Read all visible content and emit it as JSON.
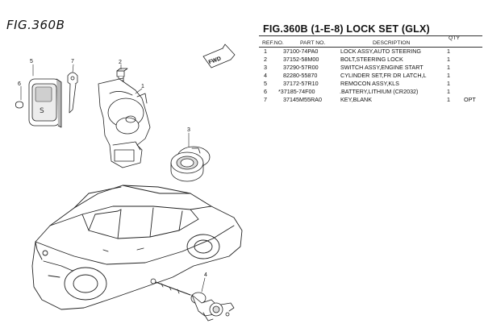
{
  "figure_label": "FIG.360B",
  "title": "FIG.360B (1-E-8) LOCK SET (GLX)",
  "table": {
    "headers": {
      "ref_no": "REF.NO.",
      "part_no": "PART NO.",
      "description": "DESCRIPTION",
      "qty": "QTY"
    },
    "rows": [
      {
        "ref": "1",
        "part": "37100-74PA0",
        "desc": "LOCK ASSY,AUTO STEERING",
        "qty": "1",
        "note": ""
      },
      {
        "ref": "2",
        "part": "37152-58M00",
        "desc": "BOLT,STEERING LOCK",
        "qty": "1",
        "note": ""
      },
      {
        "ref": "3",
        "part": "37290-57R00",
        "desc": "SWITCH ASSY,ENGINE START",
        "qty": "1",
        "note": ""
      },
      {
        "ref": "4",
        "part": "82280-55870",
        "desc": "CYLINDER SET,FR DR LATCH,L",
        "qty": "1",
        "note": ""
      },
      {
        "ref": "5",
        "part": "37172-57R10",
        "desc": "REMOCON ASSY,KLS",
        "qty": "1",
        "note": ""
      },
      {
        "ref": "6",
        "part": "*37185-74F00",
        "desc": ".BATTERY,LITHIUM (CR2032)",
        "qty": "1",
        "note": ""
      },
      {
        "ref": "7",
        "part": "37145M55RA0",
        "desc": "KEY,BLANK",
        "qty": "1",
        "note": "OPT"
      }
    ]
  },
  "callouts": {
    "c1": "1",
    "c2": "2",
    "c3": "3",
    "c4": "4",
    "c5": "5",
    "c6": "6",
    "c7": "7",
    "front_mark": "FWD"
  }
}
